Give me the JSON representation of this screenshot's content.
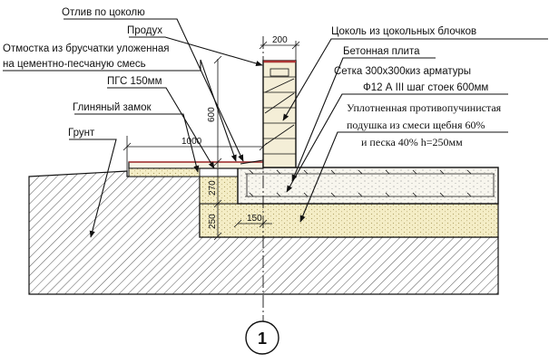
{
  "labels": {
    "otliv": "Отлив по цоколю",
    "produh": "Продух",
    "otmostka_1": "Отмостка из брусчатки уложенная",
    "otmostka_2": "на цементно-песчаную смесь",
    "pgs": "ПГС 150мм",
    "glin": "Глиняный замок",
    "grunt": "Грунт",
    "cokol": "Цоколь из цокольных блочков",
    "plita": "Бетонная плита",
    "setka_1": "Сетка 300x300киз арматуры",
    "setka_2": "Ф12 А III шаг стоек 600мм",
    "podushka_1": "Уплотненная противопучинистая",
    "podushka_2": "подушка из смеси щебня 60%",
    "podushka_3": "и песка 40%  h=250мм"
  },
  "dimensions": {
    "w200": "200",
    "h600": "600",
    "w1000": "1000",
    "h270": "270",
    "h250": "250",
    "w150": "150"
  },
  "axis": {
    "number": "1"
  },
  "colors": {
    "line": "#111111",
    "concrete": "#f7f3e4",
    "sand": "#f3ecc2",
    "brick": "#b23a3a",
    "ground_hatch": "#555555"
  }
}
